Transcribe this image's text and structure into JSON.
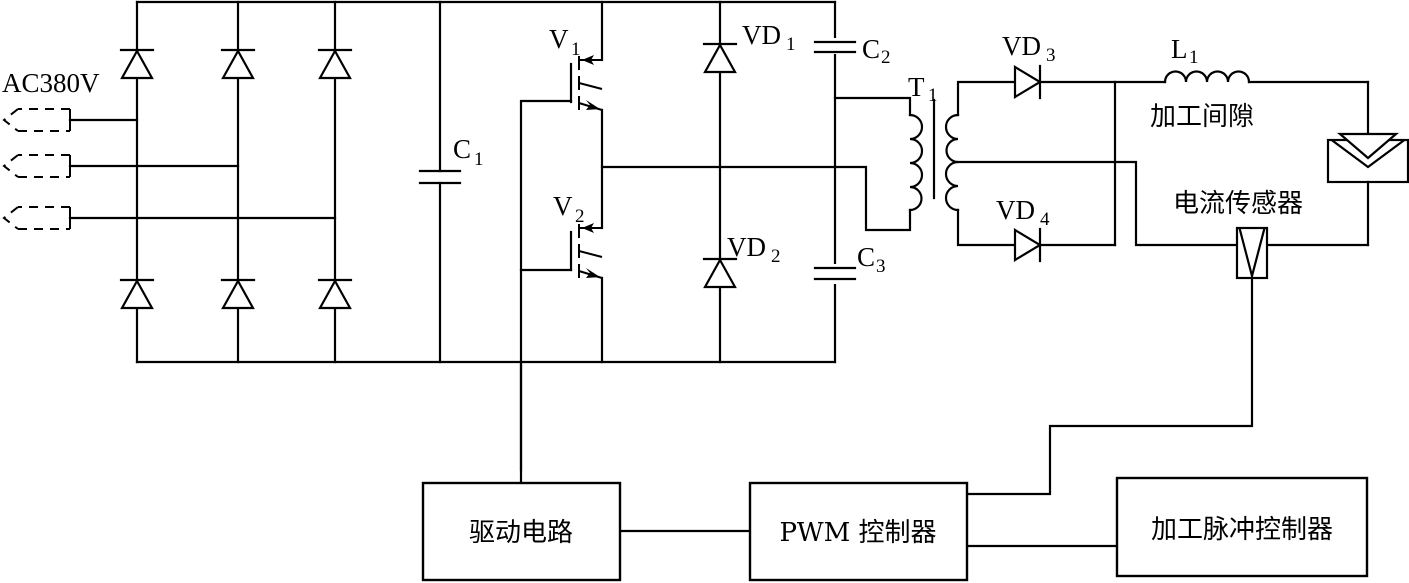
{
  "diagram": {
    "type": "circuit-schematic",
    "description": "Half-bridge IGBT inverter power supply with three-phase rectifier, center-tapped transformer output and PWM control loop"
  },
  "labels": {
    "ac_input": "AC380V",
    "c1": {
      "main": "C",
      "sub": "1"
    },
    "c2": {
      "main": "C",
      "sub": "2"
    },
    "c3": {
      "main": "C",
      "sub": "3"
    },
    "v1": {
      "main": "V",
      "sub": "1"
    },
    "v2": {
      "main": "V",
      "sub": "2"
    },
    "vd1": {
      "main": "VD",
      "sub": "1"
    },
    "vd2": {
      "main": "VD",
      "sub": "2"
    },
    "vd3": {
      "main": "VD",
      "sub": "3"
    },
    "vd4": {
      "main": "VD",
      "sub": "4"
    },
    "t1": {
      "main": "T",
      "sub": "1"
    },
    "l1": {
      "main": "L",
      "sub": "1"
    },
    "gap": "加工间隙",
    "sensor": "电流传感器"
  },
  "blocks": {
    "driver": "驱动电路",
    "pwm": "PWM 控制器",
    "pulse": "加工脉冲控制器"
  },
  "components": [
    {
      "id": "D-rect-1..6",
      "kind": "diode",
      "count": 6,
      "role": "three-phase bridge rectifier"
    },
    {
      "id": "C1",
      "kind": "capacitor",
      "role": "DC bus filter"
    },
    {
      "id": "V1",
      "kind": "IGBT",
      "role": "upper switch"
    },
    {
      "id": "V2",
      "kind": "IGBT",
      "role": "lower switch"
    },
    {
      "id": "VD1",
      "kind": "diode",
      "role": "freewheel"
    },
    {
      "id": "VD2",
      "kind": "diode",
      "role": "freewheel"
    },
    {
      "id": "C2",
      "kind": "capacitor",
      "role": "half-bridge split"
    },
    {
      "id": "C3",
      "kind": "capacitor",
      "role": "half-bridge split"
    },
    {
      "id": "T1",
      "kind": "transformer",
      "role": "center-tapped output"
    },
    {
      "id": "VD3",
      "kind": "diode",
      "role": "output rectifier"
    },
    {
      "id": "VD4",
      "kind": "diode",
      "role": "output rectifier"
    },
    {
      "id": "L1",
      "kind": "inductor",
      "role": "output filter"
    },
    {
      "id": "gap",
      "kind": "load",
      "role": "machining gap"
    },
    {
      "id": "sensor",
      "kind": "current-sensor",
      "role": "feedback"
    }
  ],
  "connections": [
    {
      "from": "驱动电路",
      "to": "V1/V2 gates"
    },
    {
      "from": "驱动电路",
      "to": "PWM 控制器"
    },
    {
      "from": "电流传感器",
      "to": "PWM 控制器"
    },
    {
      "from": "PWM 控制器",
      "to": "加工脉冲控制器"
    }
  ]
}
